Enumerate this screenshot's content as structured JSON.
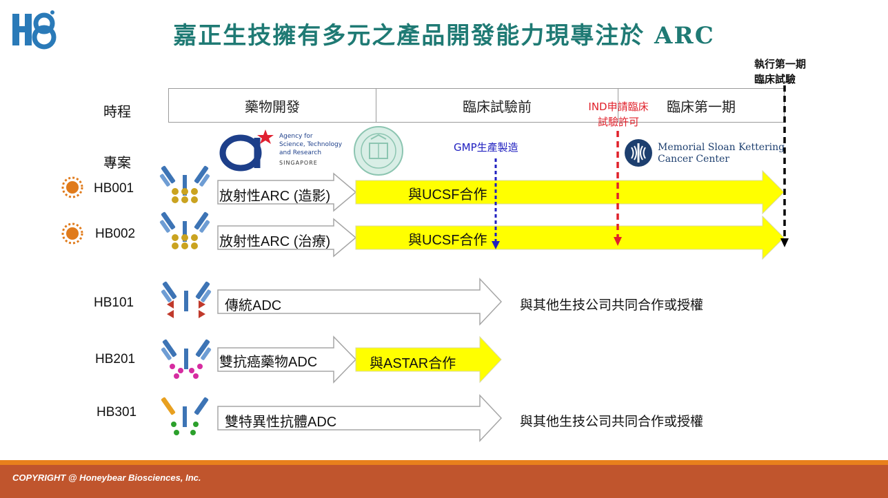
{
  "title": "嘉正生技擁有多元之產品開發能力現專注於 ARC",
  "row_labels": {
    "timeline": "時程",
    "projects": "專案"
  },
  "phases": [
    "藥物開發",
    "臨床試驗前",
    "臨床第一期"
  ],
  "milestones": {
    "gmp": "GMP生產製造",
    "ind_line1": "IND申請臨床",
    "ind_line2": "試驗許可",
    "phase1_line1": "執行第一期",
    "phase1_line2": "臨床試驗"
  },
  "partner_logos": {
    "astar_line1": "Agency for",
    "astar_line2": "Science, Technology",
    "astar_line3": "and Research",
    "astar_line4": "SINGAPORE",
    "mskcc_line1": "Memorial Sloan Kettering",
    "mskcc_line2": "Cancer Center"
  },
  "projects": [
    {
      "id": "HB001",
      "description": "放射性ARC (造影)",
      "partner": "與UCSF合作"
    },
    {
      "id": "HB002",
      "description": "放射性ARC (治療)",
      "partner": "與UCSF合作"
    },
    {
      "id": "HB101",
      "description": "傳統ADC",
      "note": "與其他生技公司共同合作或授權"
    },
    {
      "id": "HB201",
      "description": "雙抗癌藥物ADC",
      "partner": "與ASTAR合作"
    },
    {
      "id": "HB301",
      "description": "雙特異性抗體ADC",
      "note": "與其他生技公司共同合作或授權"
    }
  ],
  "footer": "COPYRIGHT @ Honeybear Biosciences, Inc.",
  "colors": {
    "title": "#1f7a74",
    "highlight": "#ffff00",
    "footer": "#c0552d",
    "footer_accent": "#e8801c",
    "ind": "#e0202a",
    "gmp": "#2020c0"
  }
}
